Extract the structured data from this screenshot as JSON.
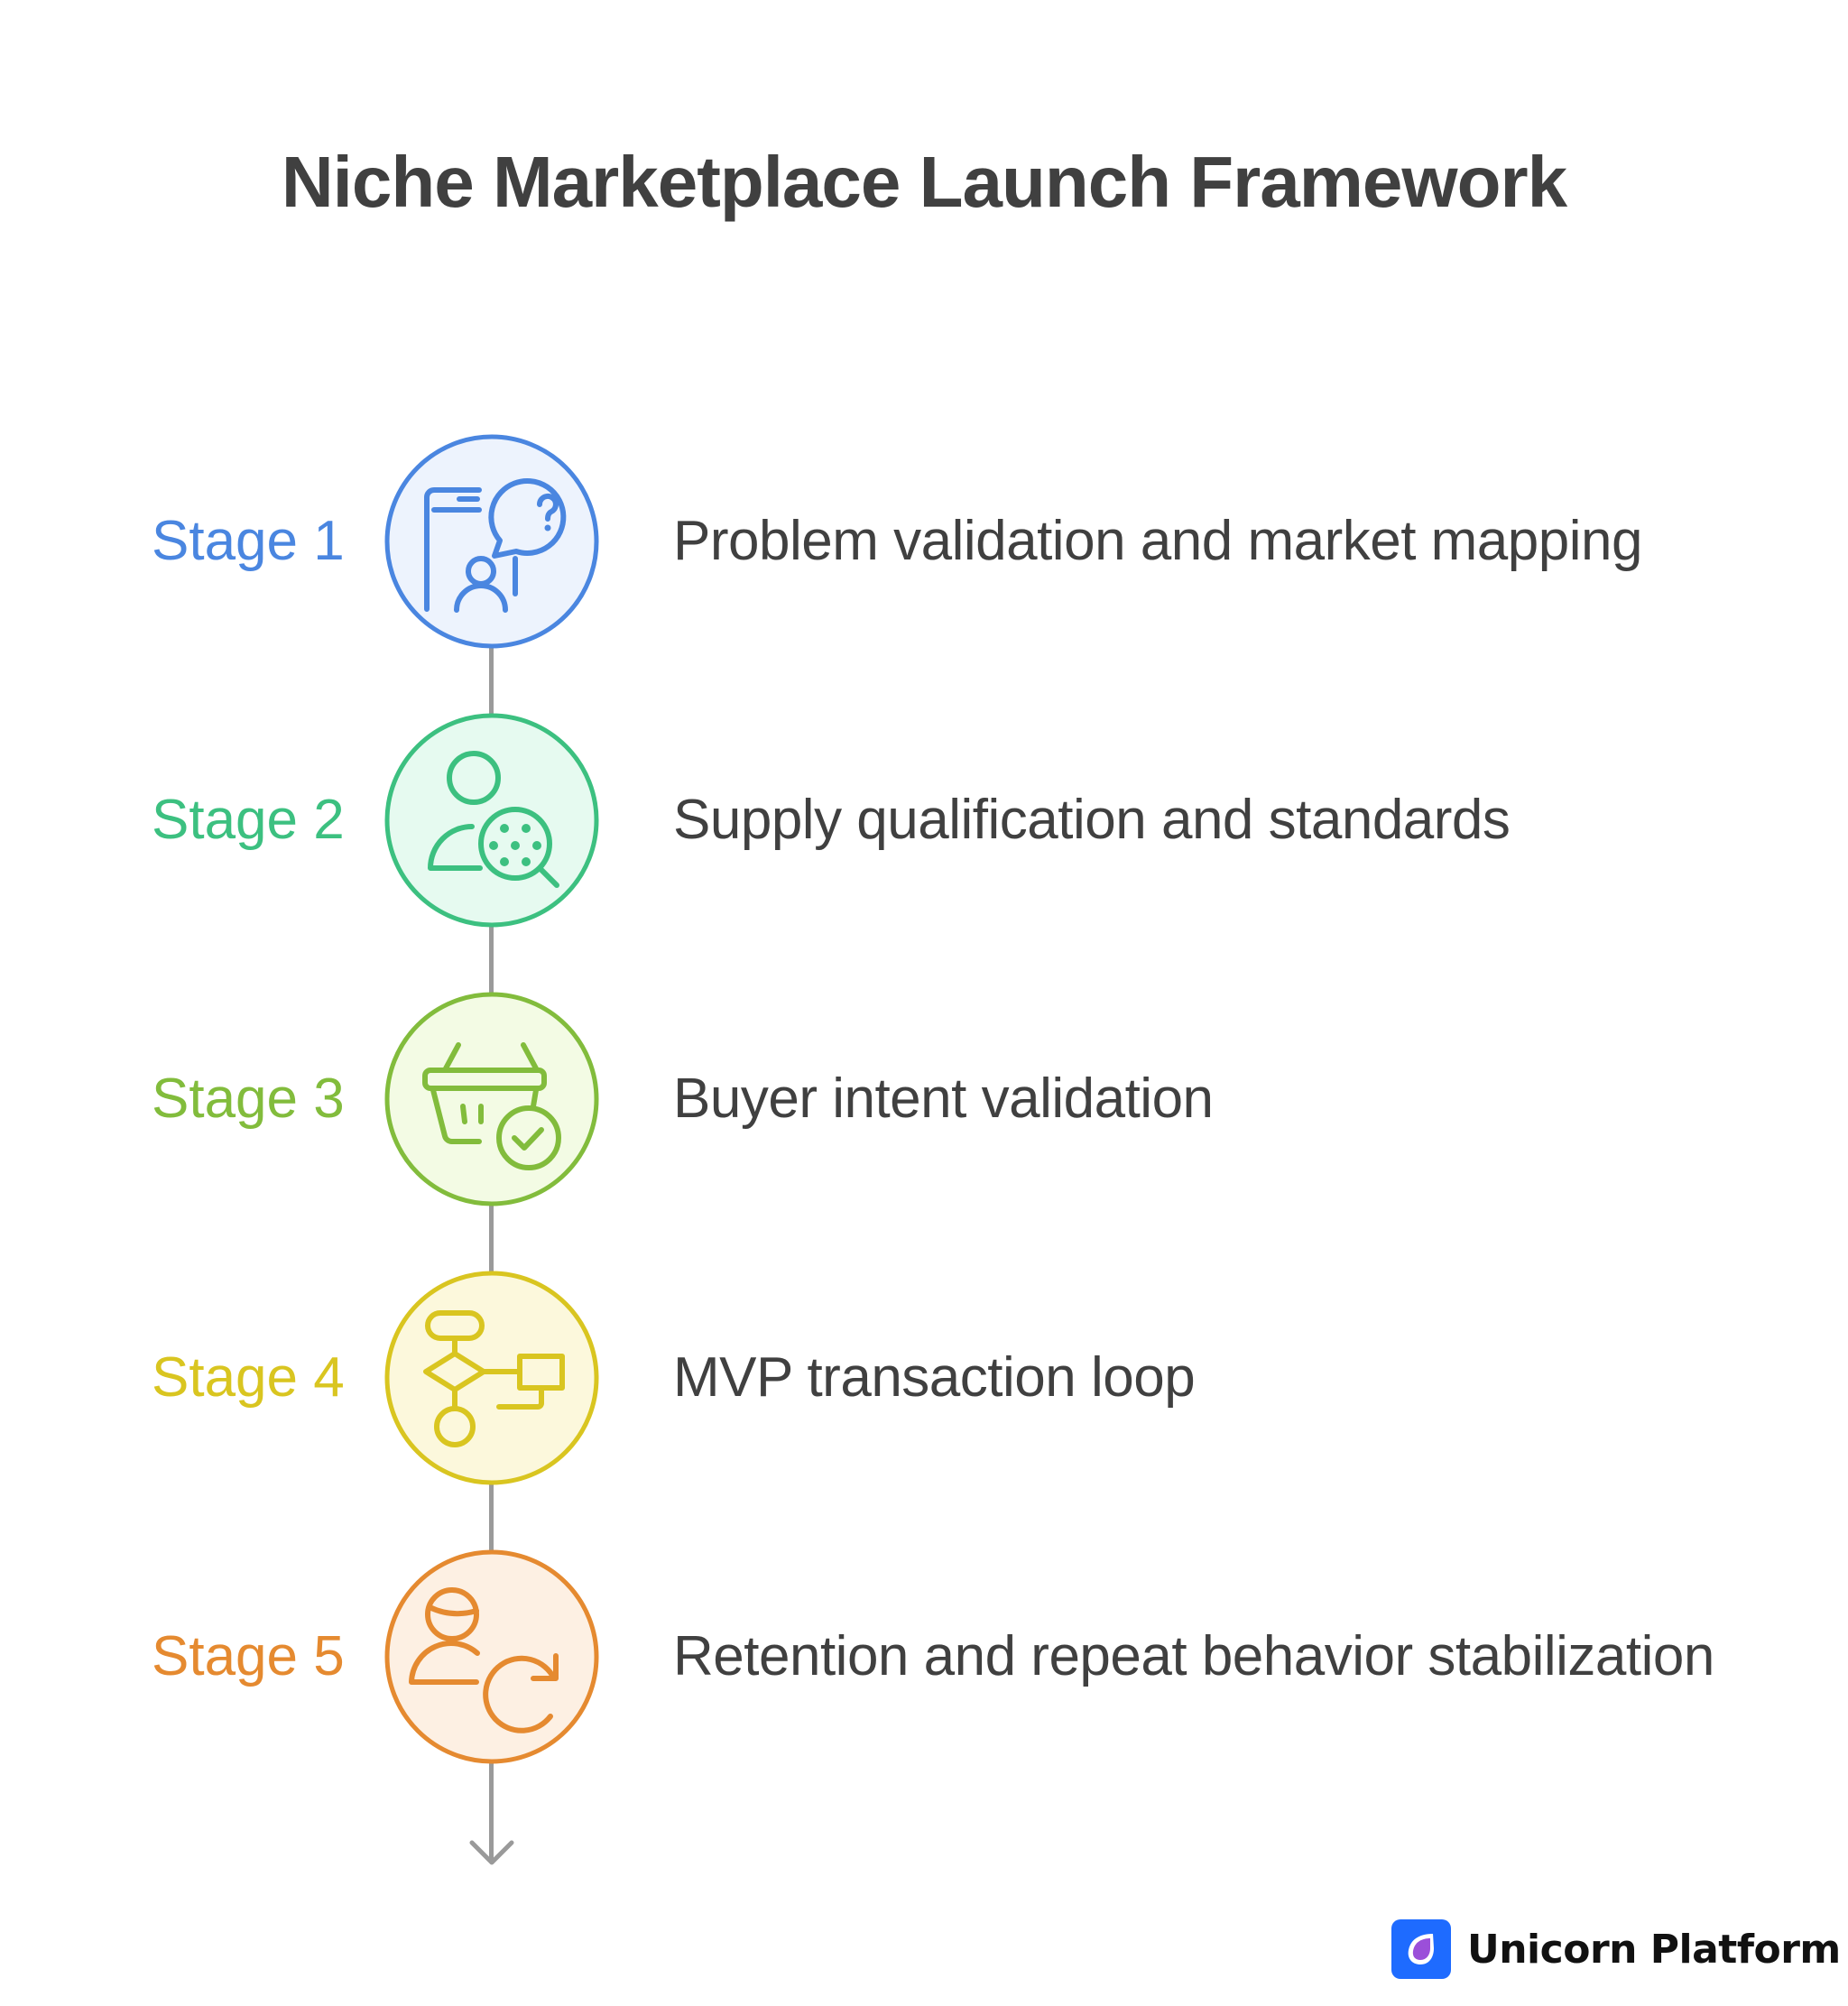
{
  "title": "Niche Marketplace Launch Framework",
  "stages": [
    {
      "label": "Stage 1",
      "description": "Problem validation and market mapping",
      "icon": "phone-chat-question-user-icon",
      "color": "#4A86E0",
      "fill": "#EDF3FD"
    },
    {
      "label": "Stage 2",
      "description": "Supply qualification and standards",
      "icon": "user-magnifier-icon",
      "color": "#3CC080",
      "fill": "#E6FAF0"
    },
    {
      "label": "Stage 3",
      "description": "Buyer intent validation",
      "icon": "basket-check-icon",
      "color": "#82BC3C",
      "fill": "#F3FBE4"
    },
    {
      "label": "Stage 4",
      "description": "MVP transaction loop",
      "icon": "flowchart-icon",
      "color": "#D9C520",
      "fill": "#FCF8DC"
    },
    {
      "label": "Stage 5",
      "description": "Retention and repeat behavior stabilization",
      "icon": "user-refresh-icon",
      "color": "#E58A30",
      "fill": "#FDF0E3"
    }
  ],
  "connector_color": "#9A9A9A",
  "brand": {
    "name": "Unicorn Platform",
    "logo_bg": "#1E6BFF",
    "logo_drop": "#9B4FD9"
  }
}
